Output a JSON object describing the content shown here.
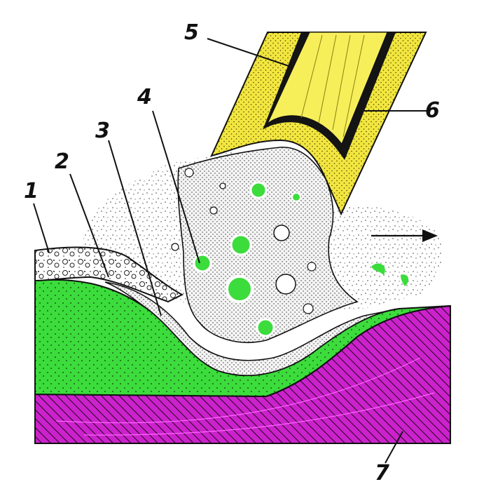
{
  "diagram": {
    "labels": [
      "1",
      "2",
      "3",
      "4",
      "5",
      "6",
      "7"
    ],
    "colors": {
      "substrate": "#cc22cc",
      "hatch": "#2a0a2a",
      "molten_layer": "#3cdc3c",
      "electrode": "#f2e640",
      "electrode_core": "#f7ef5a",
      "electrode_dark": "#141414",
      "outline": "#111111",
      "slag_speckle": "#444444"
    },
    "icons": [
      "arrow-right-icon"
    ]
  }
}
